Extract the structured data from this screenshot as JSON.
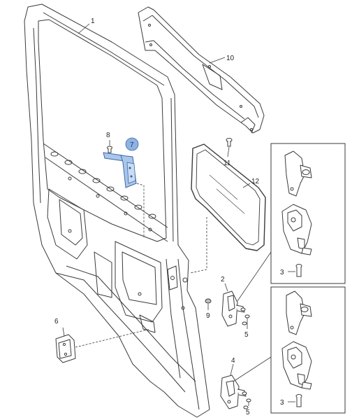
{
  "diagram": {
    "callouts": {
      "c1": "1",
      "c2": "2",
      "c3a": "3",
      "c3b": "3",
      "c4": "4",
      "c5a": "5",
      "c5b": "5",
      "c6": "6",
      "c7": "7",
      "c8": "8",
      "c9": "9",
      "c10": "10",
      "c11": "11",
      "c12": "12"
    },
    "highlighted_part": "7",
    "colors": {
      "line": "#3a3a3a",
      "highlight_fill": "#aac6ea",
      "highlight_stroke": "#3e6aa8",
      "highlight_badge": "#8fb2e0"
    }
  }
}
